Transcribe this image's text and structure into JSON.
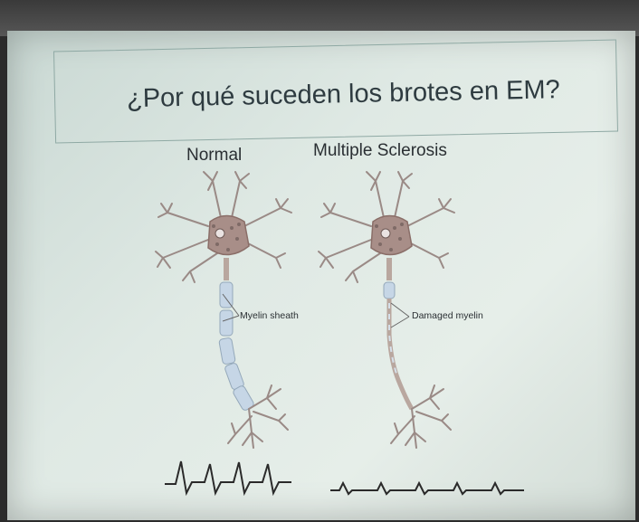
{
  "slide": {
    "title": "¿Por qué suceden los brotes en EM?",
    "labels": {
      "normal": "Normal",
      "ms": "Multiple Sclerosis",
      "myelin": "Myelin sheath",
      "damaged": "Damaged myelin"
    }
  },
  "colors": {
    "background": "#dde8e3",
    "title_text": "#2e3b40",
    "title_border": "#8fa9a4",
    "neuron_body": "#a88e88",
    "myelin": "#c6d6e6",
    "axon": "#b9a79f",
    "signal": "#2a2a2a"
  }
}
